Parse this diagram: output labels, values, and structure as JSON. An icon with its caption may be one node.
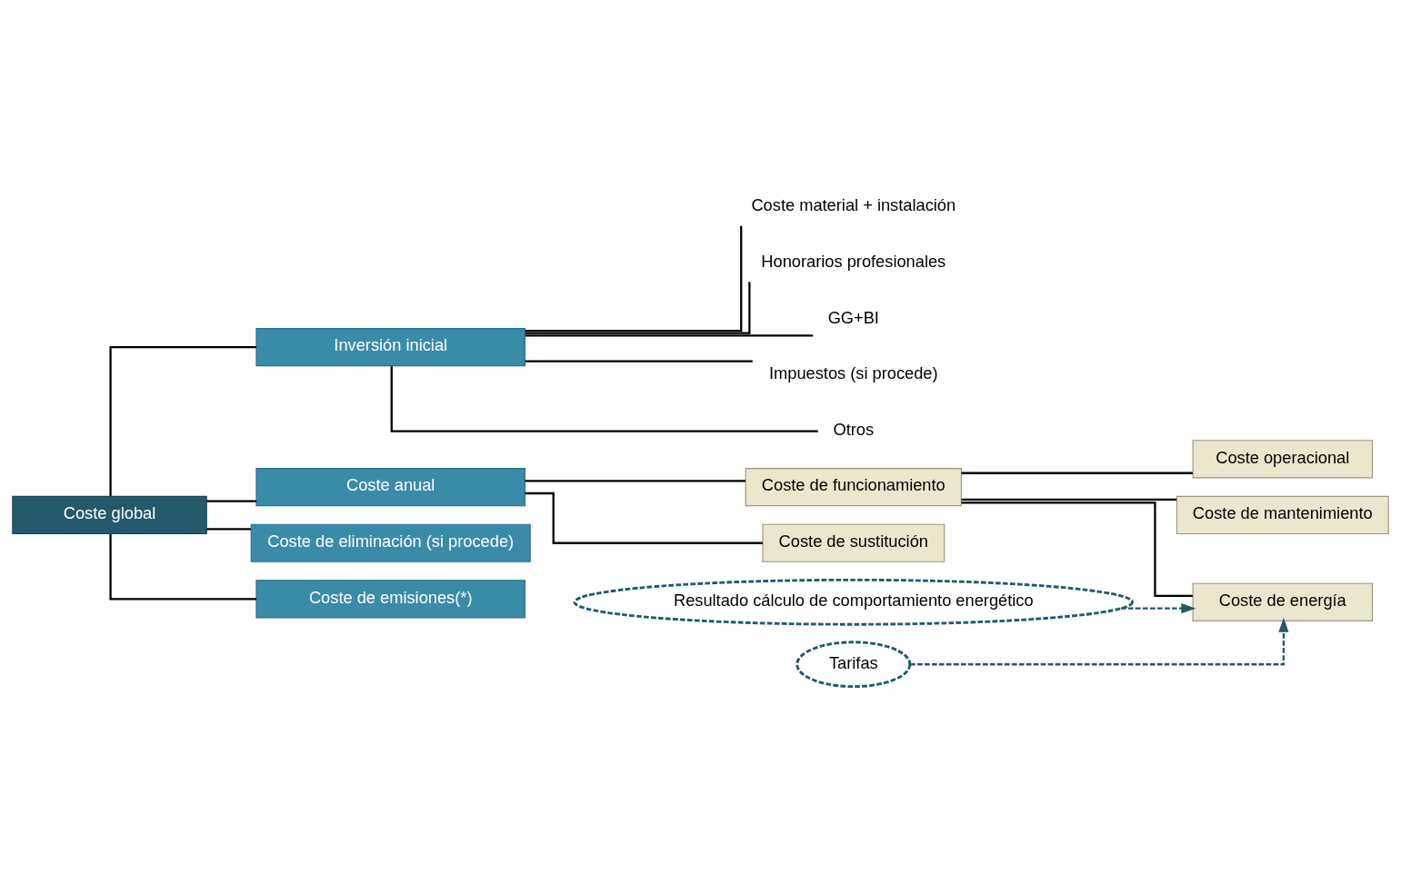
{
  "diagram": {
    "nodes": [
      {
        "text": [
          "Coste global"
        ]
      },
      {
        "text": [
          "Inversión inicial"
        ]
      },
      {
        "text": [
          "Coste anual"
        ]
      },
      {
        "text": [
          "Coste de eliminación (si procede)"
        ]
      },
      {
        "text": [
          "Coste de emisiones(*)"
        ]
      },
      {
        "text": [
          "Coste material + instalación"
        ]
      },
      {
        "text": [
          "Honorarios profesionales"
        ]
      },
      {
        "text": [
          "GG+BI"
        ]
      },
      {
        "text": [
          "Impuestos (si procede)"
        ]
      },
      {
        "text": [
          "Otros"
        ]
      },
      {
        "text": [
          "Coste de funcionamiento"
        ]
      },
      {
        "text": [
          "Coste de sustitución"
        ]
      },
      {
        "text": [
          "Coste de energía"
        ]
      },
      {
        "text": [
          "Coste operacional"
        ]
      },
      {
        "text": [
          "Coste de mantenimiento"
        ]
      },
      {
        "text": [
          "Resultado cálculo de comportamiento energético"
        ]
      },
      {
        "text": [
          "Tarifas"
        ]
      }
    ],
    "edges": [
      {
        "from": 0,
        "to": 1,
        "arrow": "none"
      },
      {
        "from": 0,
        "to": 2,
        "arrow": "none"
      },
      {
        "from": 0,
        "to": 3,
        "arrow": "none"
      },
      {
        "from": 0,
        "to": 4,
        "arrow": "none"
      },
      {
        "from": 1,
        "to": 5,
        "arrow": "none"
      },
      {
        "from": 1,
        "to": 6,
        "arrow": "none"
      },
      {
        "from": 1,
        "to": 7,
        "arrow": "none"
      },
      {
        "from": 1,
        "to": 8,
        "arrow": "none"
      },
      {
        "from": 1,
        "to": 9,
        "arrow": "none"
      },
      {
        "from": 2,
        "to": 10,
        "arrow": "none"
      },
      {
        "from": 2,
        "to": 11,
        "arrow": "none"
      },
      {
        "from": 10,
        "to": 12,
        "arrow": "none"
      },
      {
        "from": 10,
        "to": 13,
        "arrow": "none"
      },
      {
        "from": 10,
        "to": 14,
        "arrow": "none"
      },
      {
        "from": 15,
        "to": 12,
        "arrow": "to",
        "style": "dashed",
        "color": "#1f5a6b"
      },
      {
        "from": 16,
        "to": 12,
        "arrow": "to",
        "style": "dashed",
        "color": "#1f5a6b"
      }
    ]
  }
}
